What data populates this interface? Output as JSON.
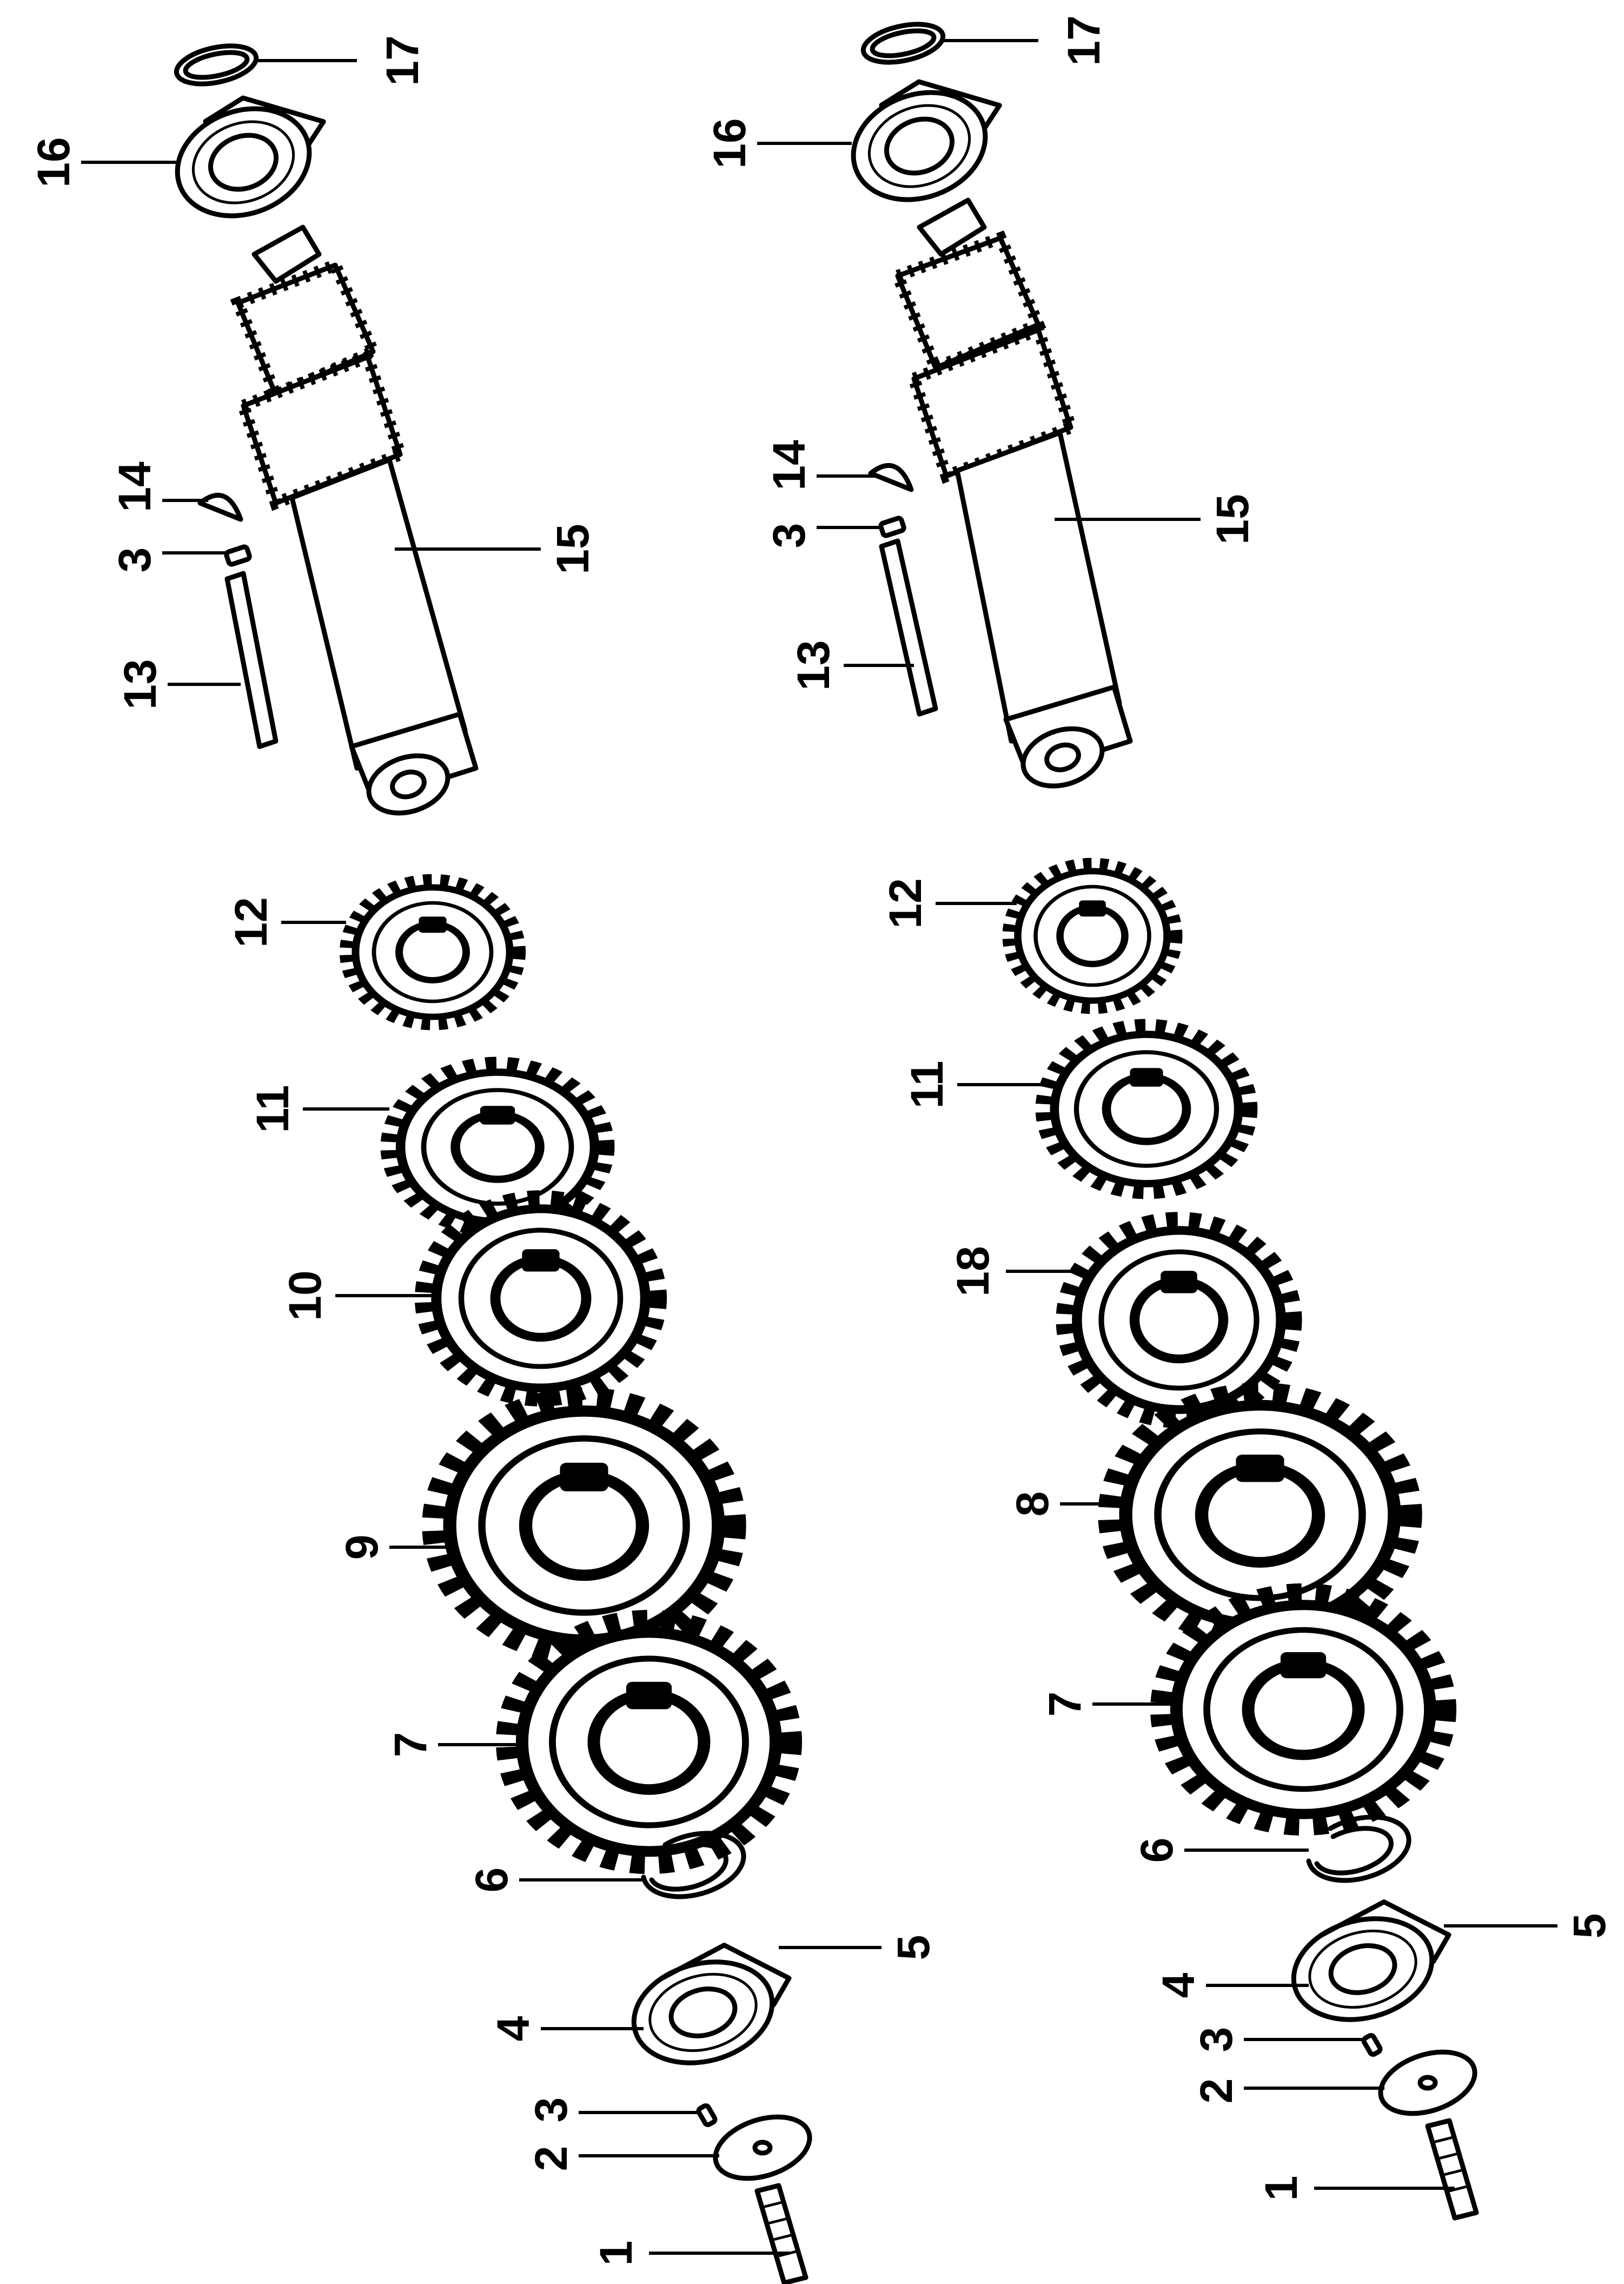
{
  "left_assembly": {
    "labels": {
      "p1": "1",
      "p2": "2",
      "p3a": "3",
      "p4": "4",
      "p5": "5",
      "p6": "6",
      "p7": "7",
      "p9": "9",
      "p10": "10",
      "p11": "11",
      "p12": "12",
      "p13": "13",
      "p3b": "3",
      "p14": "14",
      "p15": "15",
      "p16": "16",
      "p17": "17"
    }
  },
  "right_assembly": {
    "labels": {
      "p1": "1",
      "p2": "2",
      "p3a": "3",
      "p4": "4",
      "p5": "5",
      "p6": "6",
      "p7": "7",
      "p8": "8",
      "p18": "18",
      "p11": "11",
      "p12": "12",
      "p13": "13",
      "p3b": "3",
      "p14": "14",
      "p15": "15",
      "p16": "16",
      "p17": "17"
    }
  }
}
